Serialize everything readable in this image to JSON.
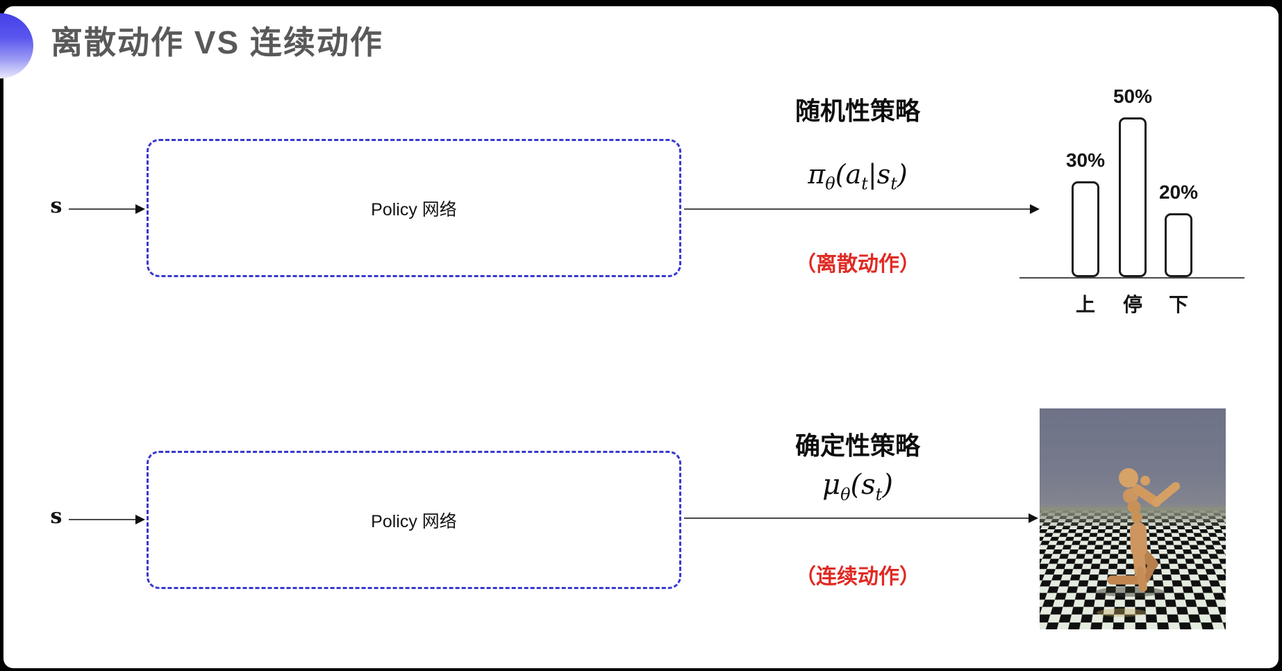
{
  "title": "离散动作 VS 连续动作",
  "rows": [
    {
      "input_label": "s",
      "box_label": "Policy 网络",
      "policy_title": "随机性策略",
      "action_note": "（离散动作）",
      "formula": {
        "fn": "π",
        "fn_sub": "θ",
        "open": "(",
        "arg1": "a",
        "arg1_sub": "t",
        "sep": "|",
        "arg2": "s",
        "arg2_sub": "t",
        "close": ")"
      }
    },
    {
      "input_label": "s",
      "box_label": "Policy 网络",
      "policy_title": "确定性策略",
      "action_note": "（连续动作）",
      "formula": {
        "fn": "μ",
        "fn_sub": "θ",
        "open": "(",
        "arg1": "s",
        "arg1_sub": "t",
        "sep": "",
        "arg2": "",
        "arg2_sub": "",
        "close": ")"
      }
    }
  ],
  "chart_data": {
    "type": "bar",
    "categories": [
      "上",
      "停",
      "下"
    ],
    "values": [
      30,
      50,
      20
    ],
    "value_labels": [
      "30%",
      "50%",
      "20%"
    ],
    "title": "",
    "xlabel": "",
    "ylabel": "",
    "ylim": [
      0,
      55
    ],
    "grid": false,
    "bar_fill": "#ffffff",
    "bar_border": "#1a1a1a"
  },
  "simulation_image": {
    "subject": "mujoco-humanoid-running-on-checkerboard-floor"
  },
  "colors": {
    "accent_blue": "#3838cf",
    "note_red": "#e02a24",
    "title_gray": "#595959",
    "sky": "#6e7287",
    "humanoid_tan": "#cd9560"
  }
}
